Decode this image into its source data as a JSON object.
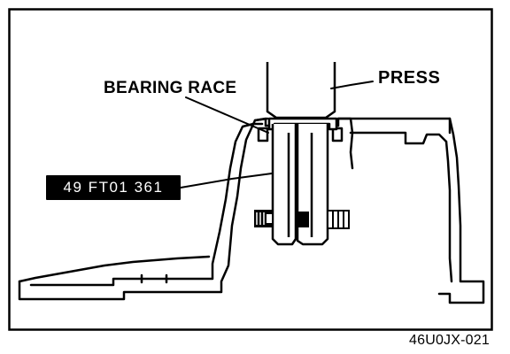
{
  "labels": {
    "bearing_race": "BEARING RACE",
    "press": "PRESS",
    "tool_number": "49 FT01 361",
    "figure_id": "46U0JX-021"
  },
  "colors": {
    "ink": "#000000",
    "paper": "#ffffff",
    "tool_label_background": "#000000",
    "tool_label_text": "#ffffff"
  }
}
